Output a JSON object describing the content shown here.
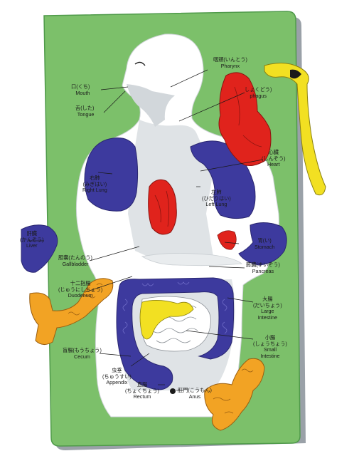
{
  "colors": {
    "board": "#7cc06a",
    "board_edge": "#4f9a4a",
    "body": "#ffffff",
    "red": "#e0231c",
    "blue": "#3d3a9e",
    "yellow": "#f2e022",
    "orange": "#f2a324",
    "shadow": "#b9bfc6"
  },
  "labels": {
    "pharynx": {
      "jp": "咽頭(いんとう)",
      "en": "Pharynx"
    },
    "mouth": {
      "jp": "口(くち)",
      "en": "Mouth"
    },
    "tongue": {
      "jp": "舌(した)",
      "en": "Tongue"
    },
    "esophagus": {
      "jp": "しょくどう)",
      "en": "phagus"
    },
    "heart": {
      "jp1": "心臓",
      "jp2": "(しんぞう)",
      "en": "Heart"
    },
    "right_lung": {
      "jp1": "右肺",
      "jp2": "(みぎはい)",
      "en": "Right Lung"
    },
    "left_lung": {
      "jp1": "左肺",
      "jp2": "(ひだりはい)",
      "en": "Left Lung"
    },
    "liver": {
      "jp1": "肝臓",
      "jp2": "(かんぞう)",
      "en": "Liver"
    },
    "stomach": {
      "jp": "胃(い)",
      "en": "Stomach"
    },
    "gallbladder": {
      "jp": "胆嚢(たんのう)",
      "en": "Gallbladder"
    },
    "pancreas": {
      "jp": "膵臓(すいぞう)",
      "en": "Pancreas"
    },
    "duodenum": {
      "jp1": "十二指腸",
      "jp2": "(じゅうにしちょう)",
      "en": "Duodenum"
    },
    "large_intestine": {
      "jp1": "大腸",
      "jp2": "(だいちょう)",
      "en1": "Large",
      "en2": "Intestine"
    },
    "small_intestine": {
      "jp1": "小腸",
      "jp2": "(しょうちょう)",
      "en1": "Small",
      "en2": "Intestine"
    },
    "cecum": {
      "jp": "盲腸(もうちょう)",
      "en": "Cecum"
    },
    "appendix": {
      "jp1": "虫垂",
      "jp2": "(ちゅうすい)",
      "en": "Appendix"
    },
    "rectum": {
      "jp1": "直腸",
      "jp2": "(ちょくちょう)",
      "en": "Rectum"
    },
    "anus": {
      "jp": "肛門(こうもん)",
      "en": "Anus"
    }
  }
}
